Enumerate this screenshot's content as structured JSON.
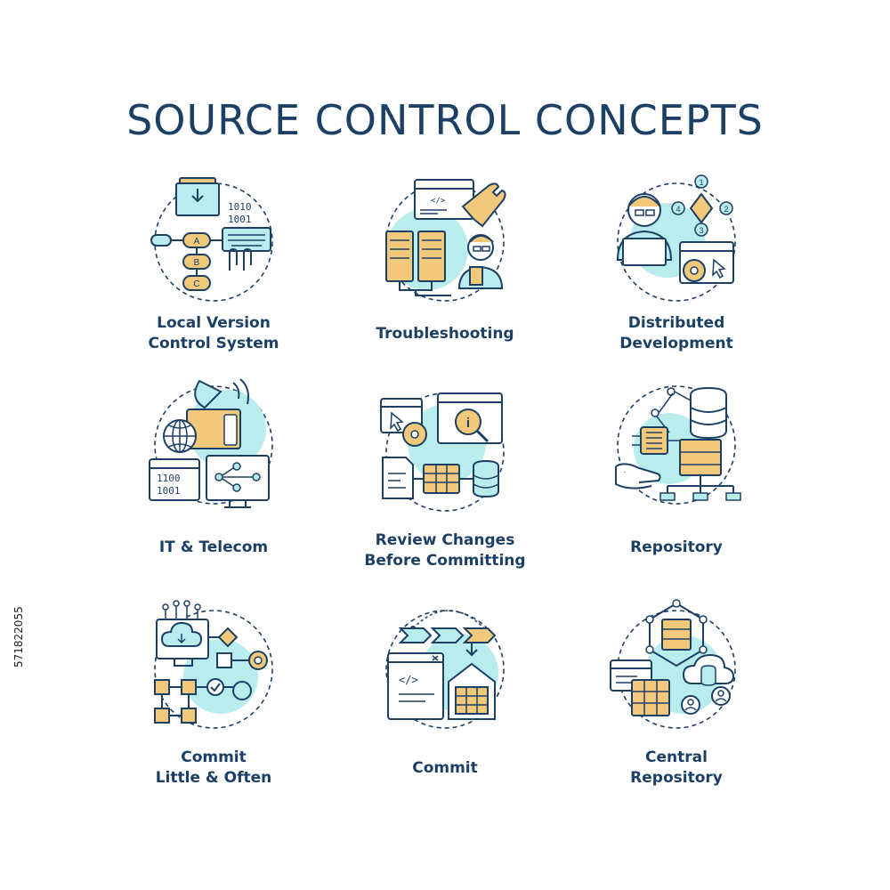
{
  "title": "SOURCE CONTROL CONCEPTS",
  "colors": {
    "navy": "#1c3f66",
    "teal": "#1aa3b0",
    "mint": "#b9ecec",
    "yellow": "#f2c97a"
  },
  "icons": [
    {
      "name": "local-vcs-icon",
      "lines": [
        "Local Version",
        "Control System"
      ],
      "text": [
        "1010",
        "1001",
        "A",
        "B",
        "C"
      ]
    },
    {
      "name": "troubleshooting-icon",
      "lines": [
        "Troubleshooting"
      ],
      "text": [
        "</>"
      ]
    },
    {
      "name": "distributed-development-icon",
      "lines": [
        "Distributed",
        "Development"
      ],
      "text": [
        "1",
        "2",
        "3",
        "4"
      ]
    },
    {
      "name": "it-telecom-icon",
      "lines": [
        "IT & Telecom"
      ],
      "text": [
        "1100",
        "1001"
      ]
    },
    {
      "name": "review-changes-icon",
      "lines": [
        "Review Changes",
        "Before Committing"
      ],
      "text": [
        "i"
      ]
    },
    {
      "name": "repository-icon",
      "lines": [
        "Repository"
      ],
      "text": []
    },
    {
      "name": "commit-little-often-icon",
      "lines": [
        "Commit",
        "Little & Often"
      ],
      "text": []
    },
    {
      "name": "commit-icon",
      "lines": [
        "Commit"
      ],
      "text": [
        "</>"
      ]
    },
    {
      "name": "central-repository-icon",
      "lines": [
        "Central",
        "Repository"
      ],
      "text": []
    }
  ],
  "watermark_id": "571822055"
}
